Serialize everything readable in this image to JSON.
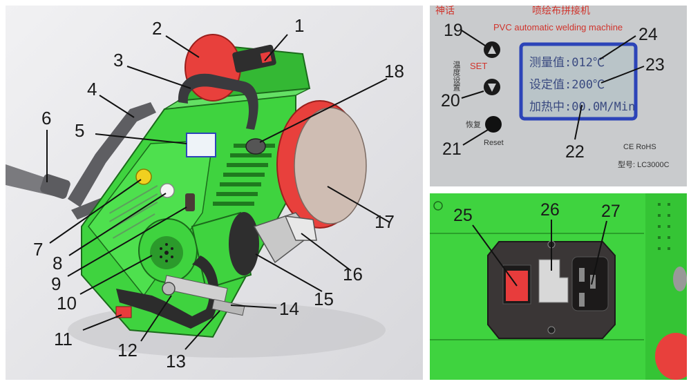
{
  "main_callouts": [
    "1",
    "2",
    "3",
    "4",
    "5",
    "6",
    "7",
    "8",
    "9",
    "10",
    "11",
    "12",
    "13",
    "14",
    "15",
    "16",
    "17",
    "18"
  ],
  "panel_top": {
    "header_left": "神话",
    "header_right": "喷绘布拼接机",
    "machine_name": "PVC automatic welding machine",
    "side_label": "温度设置",
    "set_label": "SET",
    "reset_cn": "恢复",
    "reset_en": "Reset",
    "lcd_line1": "测量值:012℃",
    "lcd_line2": "设定值:200℃",
    "lcd_line3": "加热中:00.0M/Min",
    "cert": "CE  RoHS",
    "model": "型号: LC3000C",
    "callouts": [
      "19",
      "20",
      "21",
      "22",
      "23",
      "24"
    ]
  },
  "panel_bottom": {
    "callouts": [
      "25",
      "26",
      "27"
    ]
  },
  "colors": {
    "body_green": "#3fd33f",
    "wheel_red": "#e8403c",
    "panel_gray": "#c9cbcd",
    "lcd_frame": "#2c44b8",
    "lcd_bg": "#b9c4c8",
    "switch_red": "#e83c3c"
  }
}
